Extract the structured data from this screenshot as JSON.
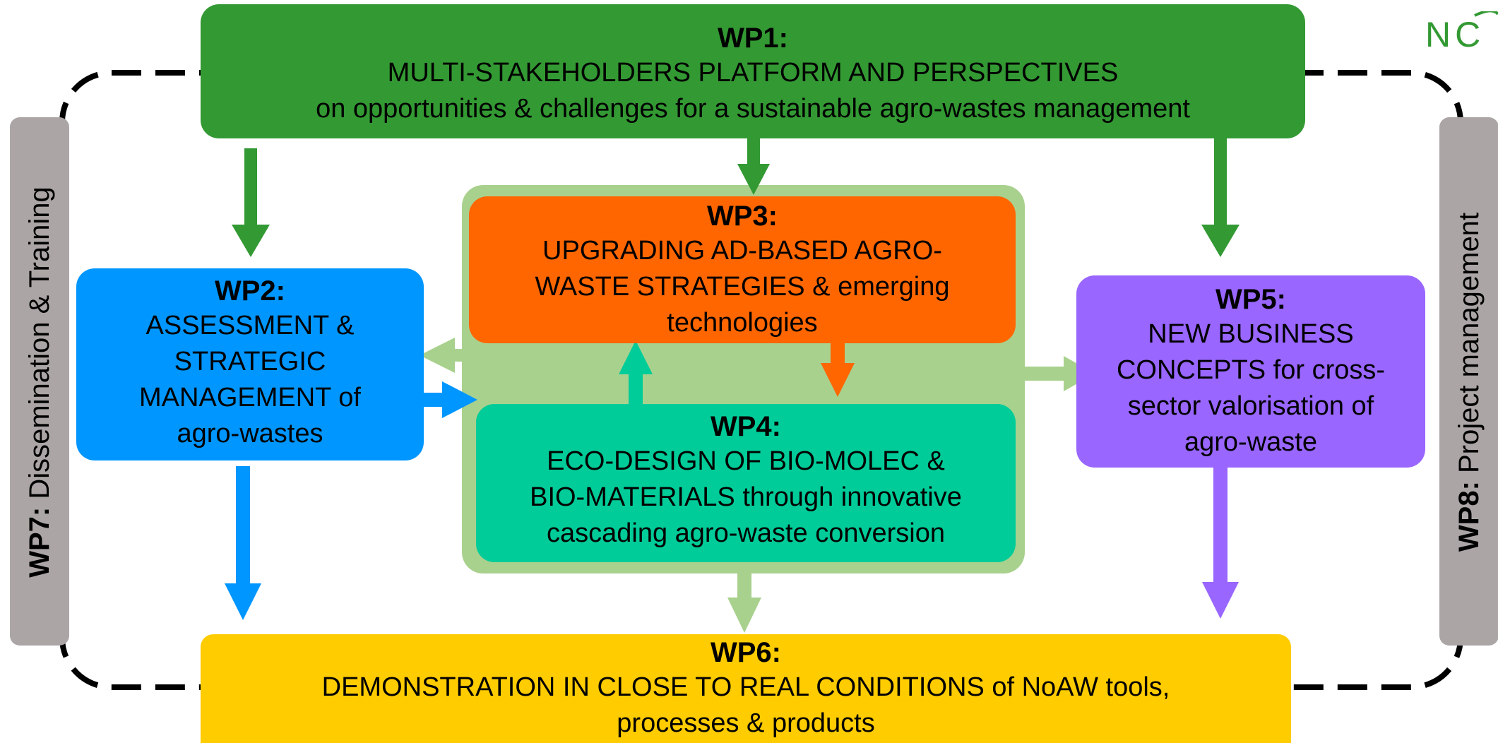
{
  "colors": {
    "wp1": "#339933",
    "wp2": "#0096ff",
    "wp3": "#ff6600",
    "wp4": "#00cc99",
    "wp5": "#9966ff",
    "wp6": "#ffcc00",
    "wp34_group": "#a9d18e",
    "side_bar": "#aba6a5",
    "logo": "#339933"
  },
  "logo": {
    "text": "NC"
  },
  "wp1": {
    "title": "WP1:",
    "line1": "MULTI-STAKEHOLDERS PLATFORM AND PERSPECTIVES",
    "line2": "on opportunities & challenges for a sustainable agro-wastes management"
  },
  "wp2": {
    "title": "WP2:",
    "line1": "ASSESSMENT &",
    "line2": "STRATEGIC",
    "line3": "MANAGEMENT of",
    "line4": "agro-wastes"
  },
  "wp3": {
    "title": "WP3:",
    "line1": "UPGRADING AD-BASED AGRO-",
    "line2": "WASTE STRATEGIES & emerging",
    "line3": "technologies"
  },
  "wp4": {
    "title": "WP4:",
    "line1": "ECO-DESIGN OF BIO-MOLEC &",
    "line2": "BIO-MATERIALS through innovative",
    "line3": "cascading agro-waste conversion"
  },
  "wp5": {
    "title": "WP5:",
    "line1": "NEW BUSINESS",
    "line2": "CONCEPTS for cross-",
    "line3": "sector valorisation of",
    "line4": "agro-waste"
  },
  "wp6": {
    "title": "WP6:",
    "line1": "DEMONSTRATION IN CLOSE TO REAL CONDITIONS of NoAW tools,",
    "line2": "processes & products"
  },
  "wp7": {
    "label_bold": "WP7:",
    "label": " Dissemination & Training"
  },
  "wp8": {
    "label_bold": "WP8:",
    "label": " Project management"
  }
}
